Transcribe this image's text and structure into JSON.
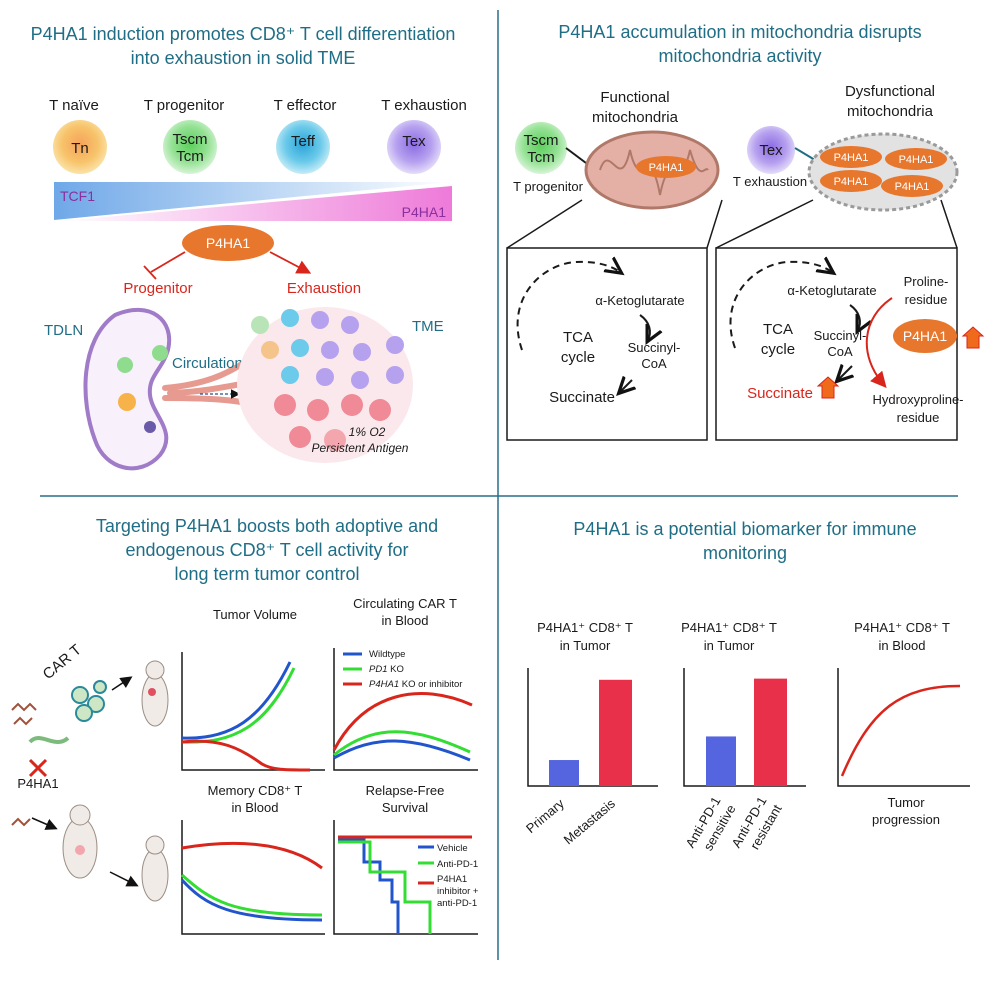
{
  "panel1": {
    "title_l1": "P4HA1 induction promotes CD8⁺ T cell differentiation",
    "title_l2": "into exhaustion in solid TME",
    "stages": [
      {
        "label": "T naïve",
        "cell": [
          "Tn"
        ],
        "color": "#f7b24a"
      },
      {
        "label": "T progenitor",
        "cell": [
          "Tscm",
          "Tcm"
        ],
        "color": "#8fdc8f"
      },
      {
        "label": "T effector",
        "cell": [
          "Teff"
        ],
        "color": "#49b8e0"
      },
      {
        "label": "T exhaustion",
        "cell": [
          "Tex"
        ],
        "color": "#a68ae8"
      }
    ],
    "gradient_tcf1": "TCF1",
    "gradient_p4ha1": "P4HA1",
    "p4ha1": "P4HA1",
    "progenitor": "Progenitor",
    "exhaustion": "Exhaustion",
    "tdln": "TDLN",
    "tme": "TME",
    "circulation": "Circulation",
    "o2": "1% O2",
    "antigen": "Persistent Antigen"
  },
  "panel2": {
    "title_l1": "P4HA1 accumulation in mitochondria disrupts",
    "title_l2": "mitochondria activity",
    "functional_l1": "Functional",
    "functional_l2": "mitochondria",
    "dysfunctional_l1": "Dysfunctional",
    "dysfunctional_l2": "mitochondria",
    "cell_prog": [
      "Tscm",
      "Tcm"
    ],
    "prog_label": "T progenitor",
    "cell_tex": "Tex",
    "tex_label": "T exhaustion",
    "p4ha1": "P4HA1",
    "akg": "α-Ketoglutarate",
    "tca_l1": "TCA",
    "tca_l2": "cycle",
    "succ_coa_l1": "Succinyl-",
    "succ_coa_l2": "CoA",
    "succinate": "Succinate",
    "proline_l1": "Proline-",
    "proline_l2": "residue",
    "hydroxy_l1": "Hydroxyproline-",
    "hydroxy_l2": "residue"
  },
  "panel3": {
    "title_l1": "Targeting P4HA1 boosts both adoptive and",
    "title_l2": "endogenous CD8⁺ T cell activity for",
    "title_l3": "long term tumor control",
    "car_t": "CAR T",
    "p4ha1": "P4HA1",
    "charts": [
      {
        "title": [
          "Tumor Volume"
        ]
      },
      {
        "title": [
          "Circulating CAR T",
          "in Blood"
        ]
      },
      {
        "title": [
          "Memory CD8⁺ T",
          "in Blood"
        ]
      },
      {
        "title": [
          "Relapse-Free",
          "Survival"
        ]
      }
    ],
    "legend_car": [
      "Wildtype",
      "PD1 KO",
      "P4HA1 KO or inhibitor"
    ],
    "legend_car_italic": [
      "PD1",
      "P4HA1"
    ],
    "legend_car_rest": [
      " KO",
      " KO or inhibitor"
    ],
    "legend_survival": [
      "Vehicle",
      "Anti-PD-1",
      "P4HA1",
      "inhibitor +",
      "anti-PD-1"
    ]
  },
  "panel4": {
    "title_l1": "P4HA1 is a potential biomarker for immune",
    "title_l2": "monitoring",
    "charts": [
      {
        "title": [
          "P4HA1⁺ CD8⁺ T",
          "in Tumor"
        ],
        "categories": [
          "Primary",
          "Metastasis"
        ]
      },
      {
        "title": [
          "P4HA1⁺ CD8⁺ T",
          "in Tumor"
        ],
        "categories": [
          [
            "Anti-PD-1",
            "sensitive"
          ],
          [
            "Anti-PD-1",
            "resistant"
          ]
        ]
      },
      {
        "title": [
          "P4HA1⁺ CD8⁺ T",
          "in Blood"
        ],
        "xlabel": [
          "Tumor",
          "progression"
        ]
      }
    ]
  },
  "colors": {
    "title": "#1f6e86",
    "divider": "#2a6f8a",
    "red": "#d9261c",
    "blue": "#2255cc",
    "green": "#33dd33",
    "bar_blue": "#5565e0",
    "bar_red": "#e8304a",
    "orange": "#e8772e"
  },
  "chart_data": [
    {
      "type": "bar",
      "title": "P4HA1⁺ CD8⁺ T in Tumor",
      "categories": [
        "Primary",
        "Metastasis"
      ],
      "values": [
        0.22,
        0.9
      ],
      "ylim": [
        0,
        1
      ]
    },
    {
      "type": "bar",
      "title": "P4HA1⁺ CD8⁺ T in Tumor",
      "categories": [
        "Anti-PD-1 sensitive",
        "Anti-PD-1 resistant"
      ],
      "values": [
        0.42,
        0.91
      ],
      "ylim": [
        0,
        1
      ]
    }
  ]
}
